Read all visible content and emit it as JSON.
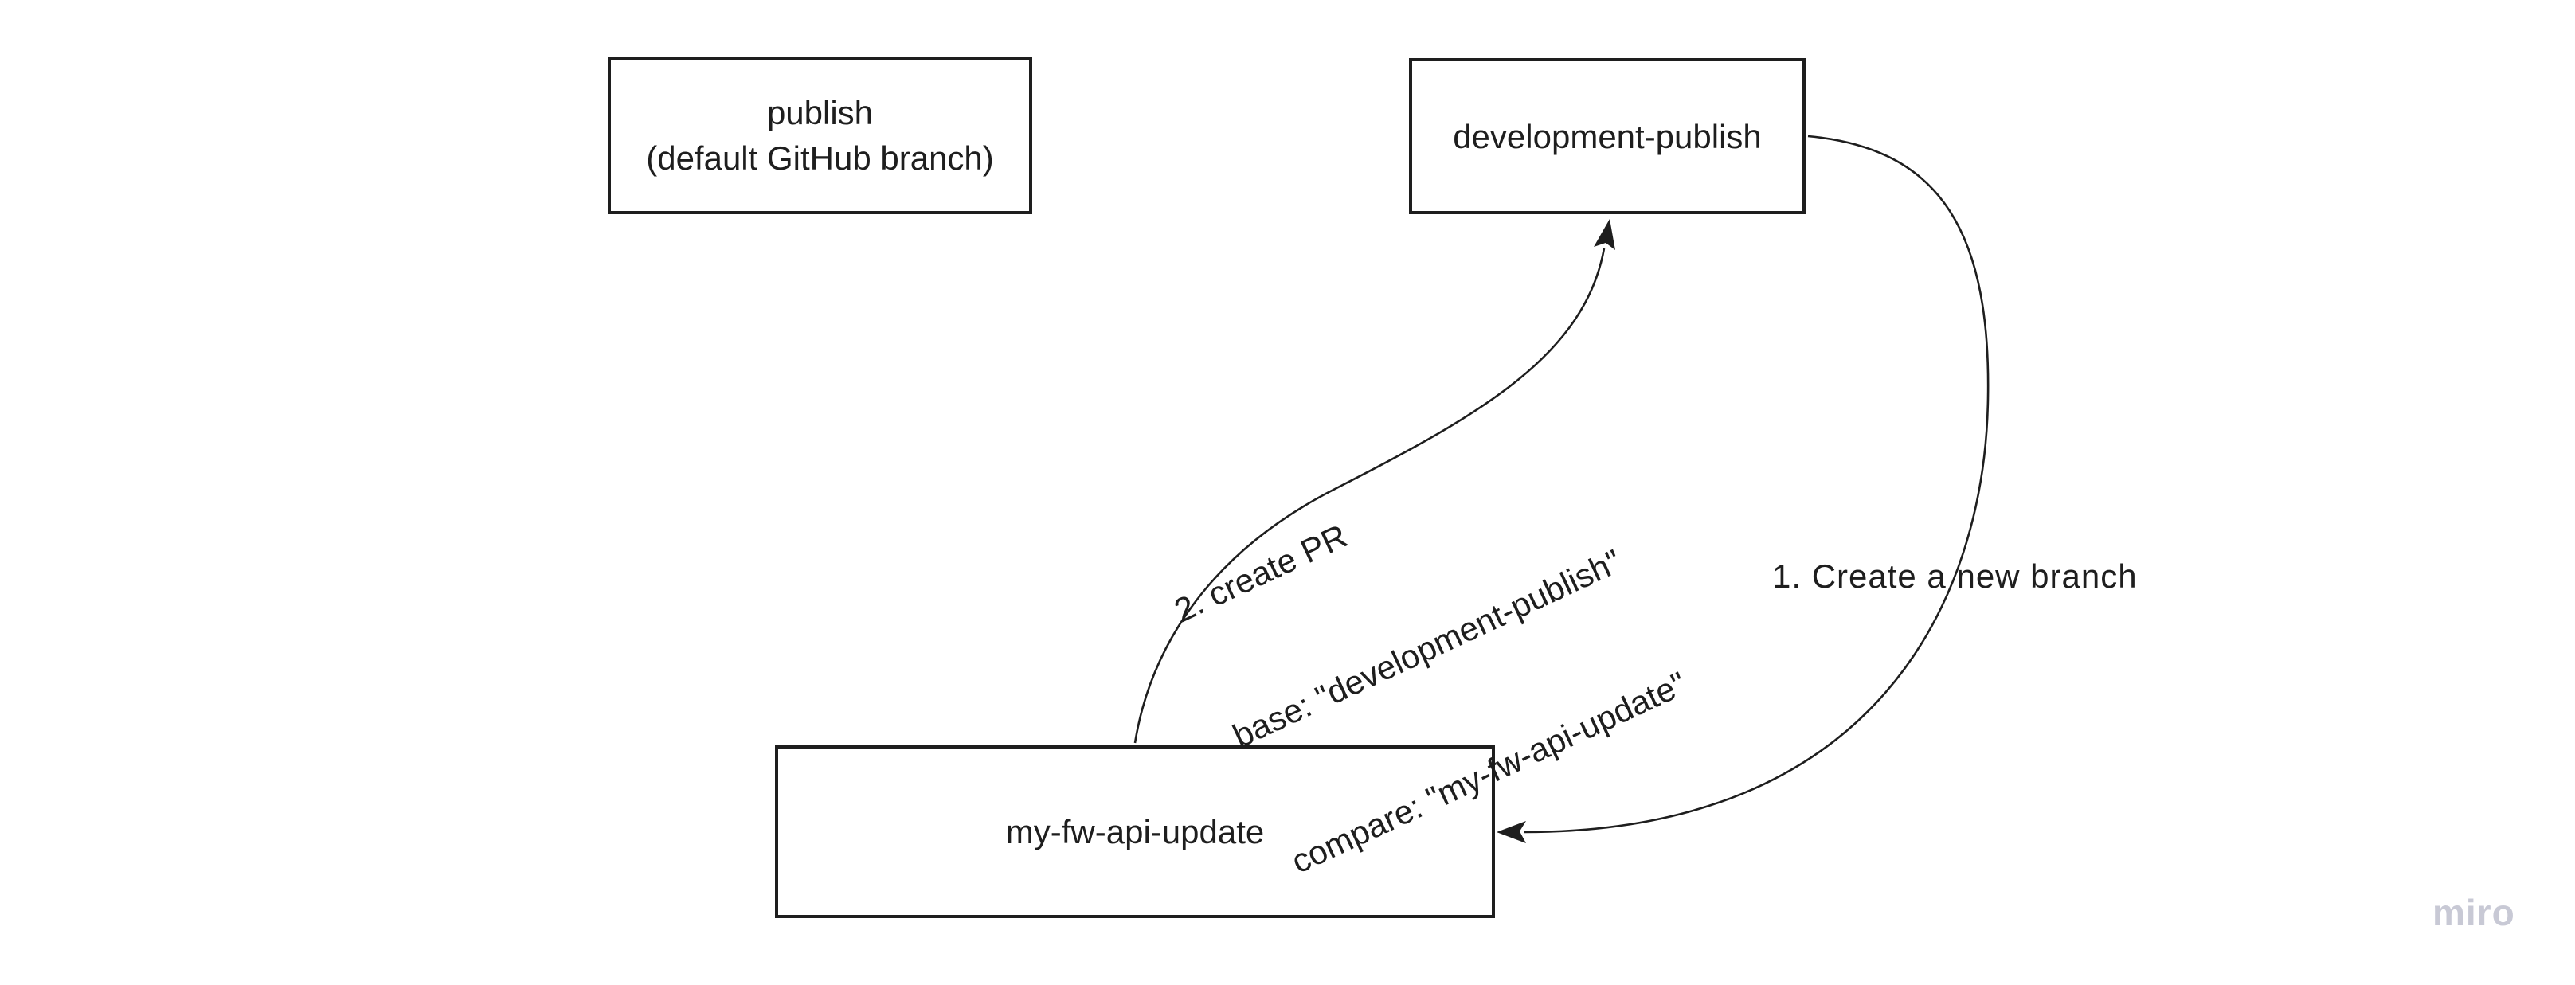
{
  "board": {
    "background": "#ffffff",
    "line_color": "#1e1e1e",
    "text_color": "#1e1e1e",
    "watermark_color": "#c8c9d5"
  },
  "nodes": {
    "publish": {
      "line1": "publish",
      "line2": "(default GitHub branch)"
    },
    "development_publish": {
      "label": "development-publish"
    },
    "my_fw_api_update": {
      "label": "my-fw-api-update"
    }
  },
  "annotations": {
    "create_branch": "1. Create a new branch",
    "create_pr_line1": "2. create PR",
    "create_pr_line2": "base: \"development-publish\"",
    "create_pr_line3": "compare: \"my-fw-api-update\""
  },
  "watermark": "miro"
}
